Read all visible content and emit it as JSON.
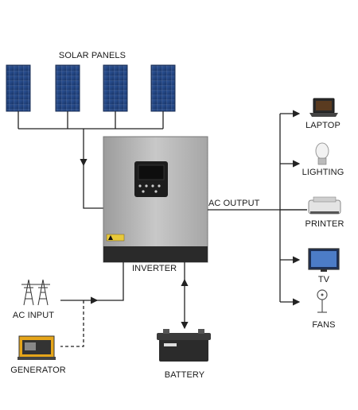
{
  "labels": {
    "solar_panels": "SOLAR PANELS",
    "inverter": "INVERTER",
    "ac_output": "AC OUTPUT",
    "ac_input": "AC INPUT",
    "generator": "GENERATOR",
    "battery": "BATTERY",
    "laptop": "LAPTOP",
    "lighting": "LIGHTING",
    "printer": "PRINTER",
    "tv": "TV",
    "fans": "FANS"
  },
  "colors": {
    "line": "#222222",
    "panel": "#1f3f7a",
    "inverter_body": "#b8b8b8",
    "inverter_base": "#2a2a2a",
    "battery": "#2b2b2b"
  },
  "icons": [
    "solar-panel-icon",
    "inverter-icon",
    "pylon-icon",
    "generator-icon",
    "battery-icon",
    "laptop-icon",
    "bulb-icon",
    "printer-icon",
    "tv-icon",
    "fan-icon"
  ]
}
